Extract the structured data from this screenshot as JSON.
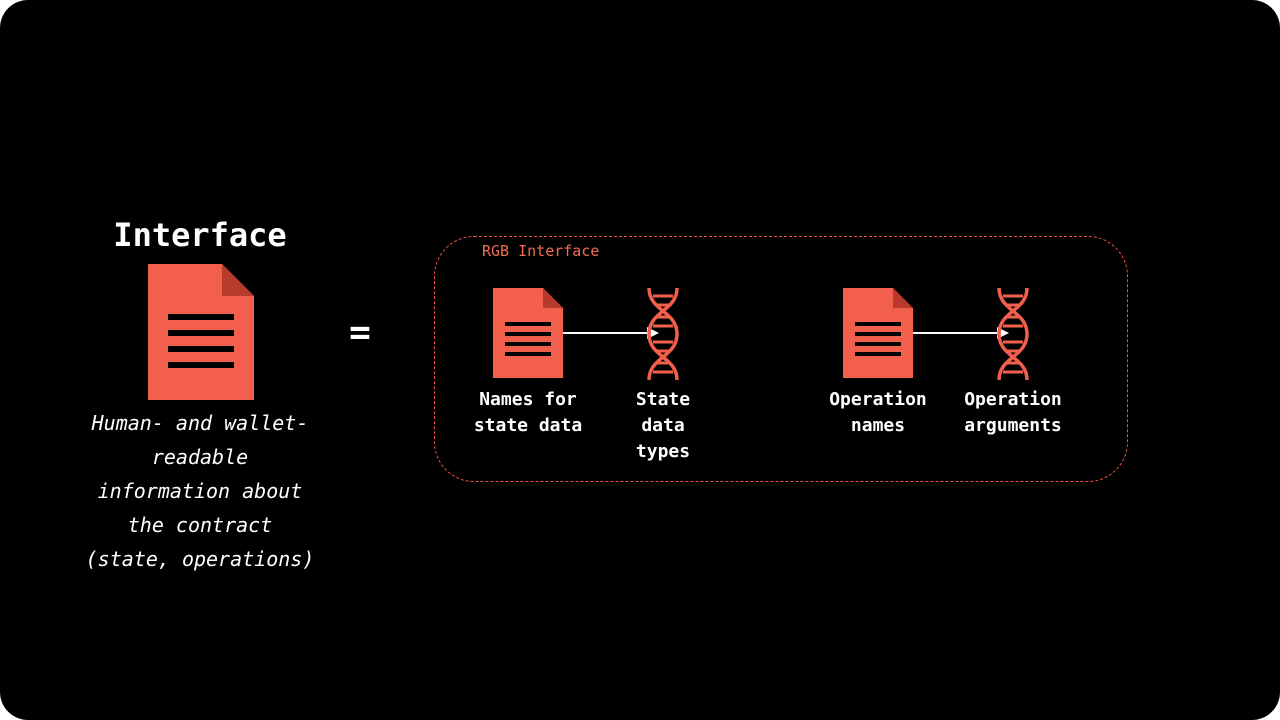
{
  "slide": {
    "title": "Interface",
    "description": "Human- and wallet-\nreadable\ninformation about\nthe contract\n(state, operations)",
    "equals": "="
  },
  "group": {
    "label": "RGB Interface",
    "nodes": [
      {
        "label": "Names for\nstate data",
        "icon": "document-icon"
      },
      {
        "label": "State\ndata\ntypes",
        "icon": "dna-icon"
      },
      {
        "label": "Operation\nnames",
        "icon": "document-icon"
      },
      {
        "label": "Operation\narguments",
        "icon": "dna-icon"
      }
    ]
  },
  "colors": {
    "background": "#000000",
    "accent": "#f25f4c",
    "text": "#ffffff"
  }
}
